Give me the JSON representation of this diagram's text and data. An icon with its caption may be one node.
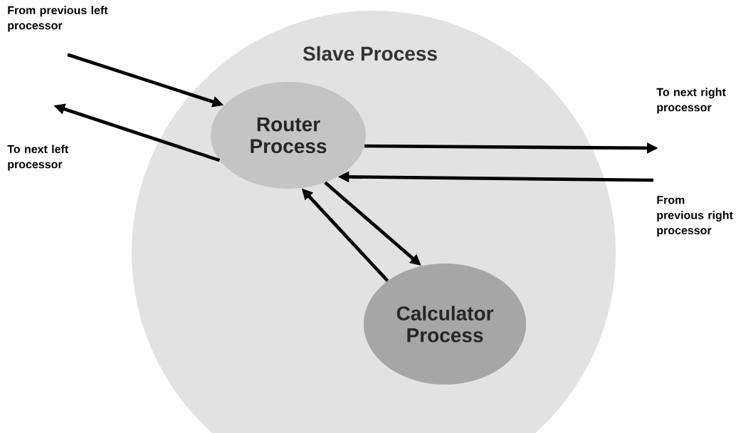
{
  "diagram": {
    "nodes": [
      {
        "text": [
          "Slave Process"
        ]
      },
      {
        "text": [
          "Router Process"
        ],
        "in": 0
      },
      {
        "text": [
          "Calculator Process"
        ],
        "in": 0
      },
      {
        "text": [
          "From previous left processor"
        ]
      },
      {
        "text": [
          "To next left processor"
        ]
      },
      {
        "text": [
          "To next right processor"
        ]
      },
      {
        "text": [
          "From previous right processor"
        ]
      }
    ],
    "edges": [
      {
        "from": 3,
        "to": 1,
        "arrow": "to"
      },
      {
        "from": 1,
        "to": 4,
        "arrow": "to"
      },
      {
        "from": 1,
        "to": 5,
        "arrow": "to"
      },
      {
        "from": 6,
        "to": 1,
        "arrow": "to"
      },
      {
        "from": 1,
        "to": 2,
        "arrow": "to"
      },
      {
        "from": 2,
        "to": 1,
        "arrow": "to"
      }
    ]
  }
}
